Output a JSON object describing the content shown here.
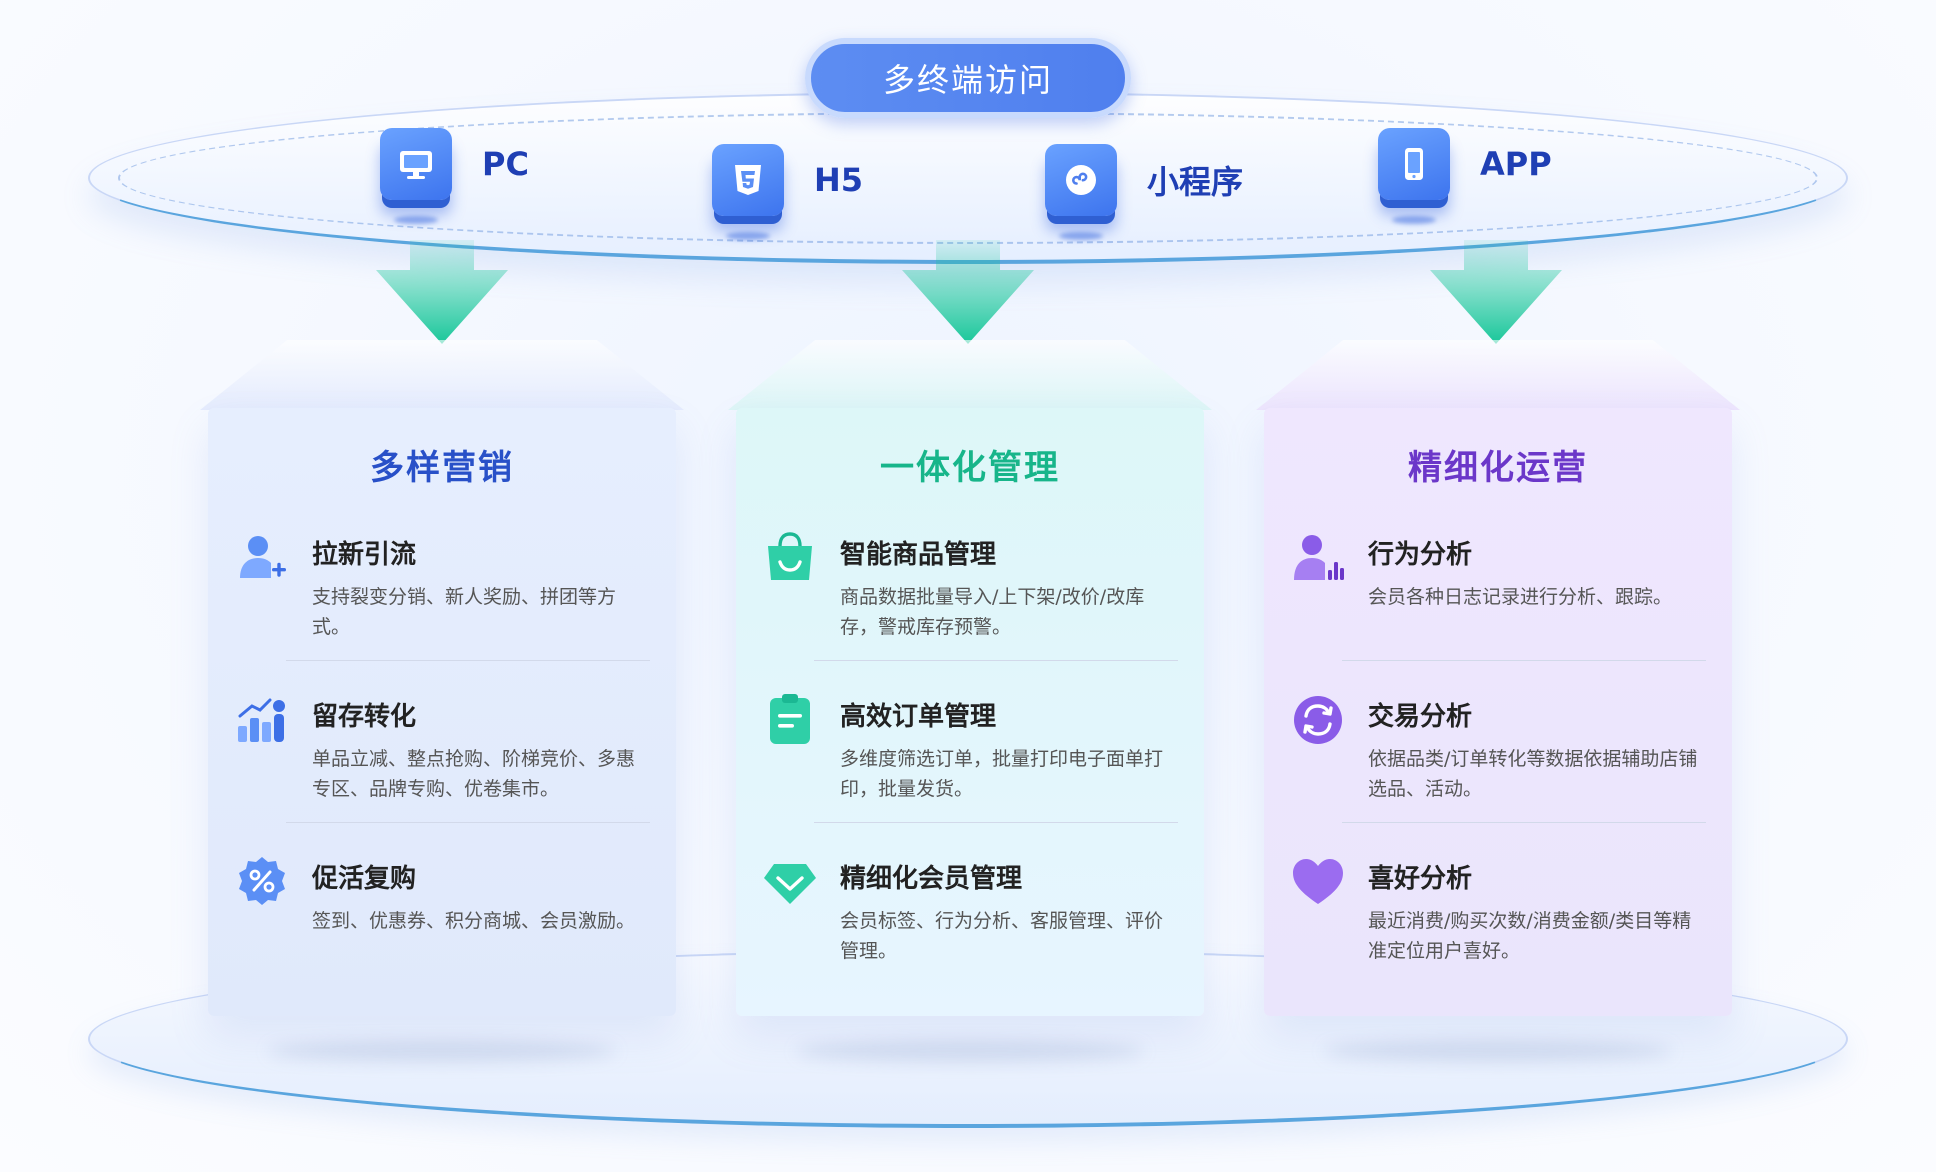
{
  "header": {
    "title": "多终端访问"
  },
  "terminals": [
    {
      "label": "PC",
      "icon": "monitor-icon"
    },
    {
      "label": "H5",
      "icon": "html5-icon"
    },
    {
      "label": "小程序",
      "icon": "mini-program-icon"
    },
    {
      "label": "APP",
      "icon": "mobile-phone-icon"
    }
  ],
  "columns": [
    {
      "title": "多样营销",
      "accent": "#2850c8",
      "items": [
        {
          "title": "拉新引流",
          "desc": "支持裂变分销、新人奖励、拼团等方式。",
          "icon": "add-user-icon"
        },
        {
          "title": "留存转化",
          "desc": "单品立减、整点抢购、阶梯竞价、多惠专区、品牌专购、优卷集市。",
          "icon": "growth-chart-icon"
        },
        {
          "title": "促活复购",
          "desc": "签到、优惠券、积分商城、会员激励。",
          "icon": "discount-badge-icon"
        }
      ]
    },
    {
      "title": "一体化管理",
      "accent": "#17b58a",
      "items": [
        {
          "title": "智能商品管理",
          "desc": "商品数据批量导入/上下架/改价/改库存，警戒库存预警。",
          "icon": "shopping-bag-icon"
        },
        {
          "title": "高效订单管理",
          "desc": "多维度筛选订单，批量打印电子面单打印，批量发货。",
          "icon": "clipboard-icon"
        },
        {
          "title": "精细化会员管理",
          "desc": "会员标签、行为分析、客服管理、评价管理。",
          "icon": "diamond-icon"
        }
      ]
    },
    {
      "title": "精细化运营",
      "accent": "#6b37c9",
      "items": [
        {
          "title": "行为分析",
          "desc": "会员各种日志记录进行分析、跟踪。",
          "icon": "user-analytics-icon"
        },
        {
          "title": "交易分析",
          "desc": "依据品类/订单转化等数据依据辅助店铺选品、活动。",
          "icon": "exchange-icon"
        },
        {
          "title": "喜好分析",
          "desc": "最近消费/购买次数/消费金额/类目等精准定位用户喜好。",
          "icon": "heart-icon"
        }
      ]
    }
  ]
}
